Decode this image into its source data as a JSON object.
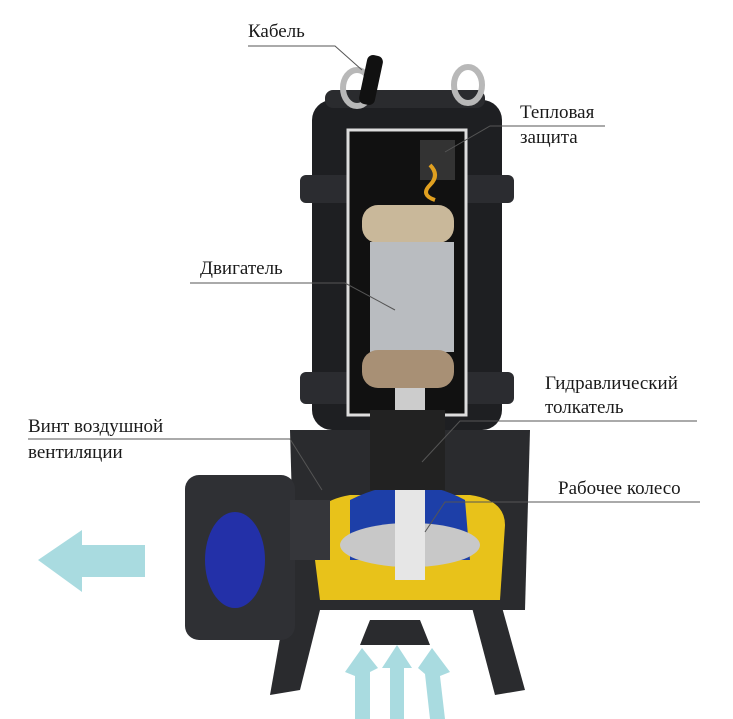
{
  "labels": {
    "cable": "Кабель",
    "thermal_protection_1": "Тепловая",
    "thermal_protection_2": "защита",
    "motor": "Двигатель",
    "hydraulic_pusher_1": "Гидравлический",
    "hydraulic_pusher_2": "толкатель",
    "vent_screw_1": "Винт воздушной",
    "vent_screw_2": "вентиляции",
    "impeller": "Рабочее колесо"
  },
  "colors": {
    "body": "#1e1f22",
    "arrow": "#a9dbe0",
    "volute": "#e8c21a",
    "blue": "#1d3fa8"
  }
}
